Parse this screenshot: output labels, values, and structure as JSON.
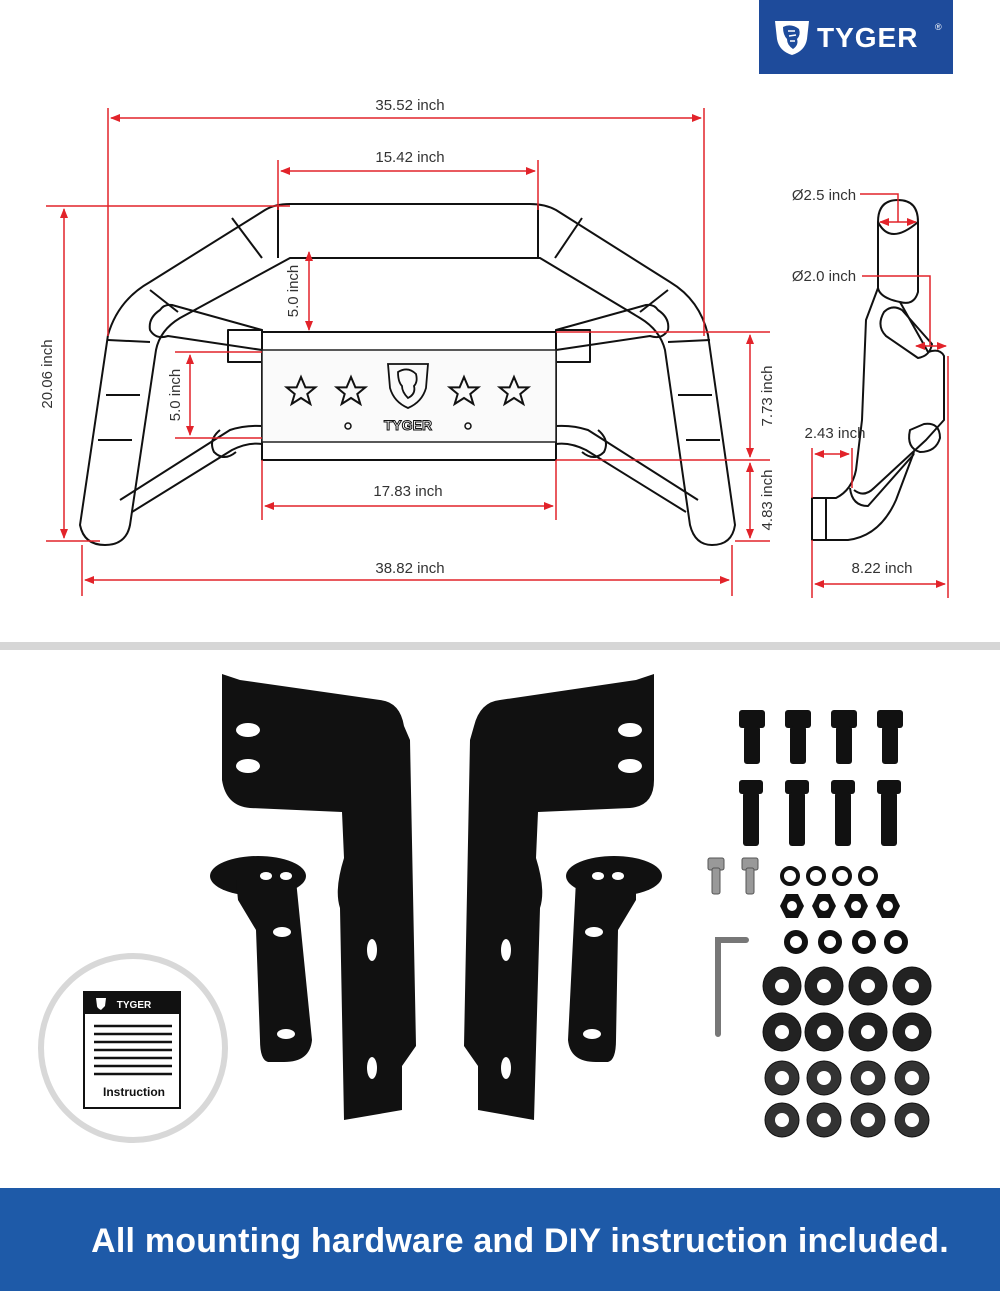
{
  "brand": {
    "name": "TYGER",
    "registered": "®"
  },
  "dimensions": {
    "overall_top_width": "35.52 inch",
    "upper_bar_width": "15.42 inch",
    "plate_gap_height": "5.0 inch",
    "side_gap_height": "5.0 inch",
    "overall_height": "20.06 inch",
    "plate_height": "7.73 inch",
    "bottom_offset": "4.83 inch",
    "plate_width": "17.83 inch",
    "overall_bottom_width": "38.82 inch",
    "tube_diameter_large": "Ø2.5 inch",
    "tube_diameter_small": "Ø2.0 inch",
    "side_offset": "2.43 inch",
    "side_depth": "8.22 inch"
  },
  "plate": {
    "brand": "TYGER"
  },
  "instruction_card": {
    "brand": "TYGER",
    "label": "Instruction"
  },
  "banner": {
    "text": "All mounting hardware and DIY instruction included."
  },
  "colors": {
    "brand_blue": "#1e4b9b",
    "banner_blue": "#1e5aa8",
    "dimension_red": "#e2232a",
    "divider_gray": "#d6d6d6"
  },
  "icons": [
    "tyger-lion-logo-icon",
    "star-icon",
    "bolt-icon",
    "nut-icon",
    "washer-icon",
    "allen-key-icon",
    "bracket-icon"
  ]
}
